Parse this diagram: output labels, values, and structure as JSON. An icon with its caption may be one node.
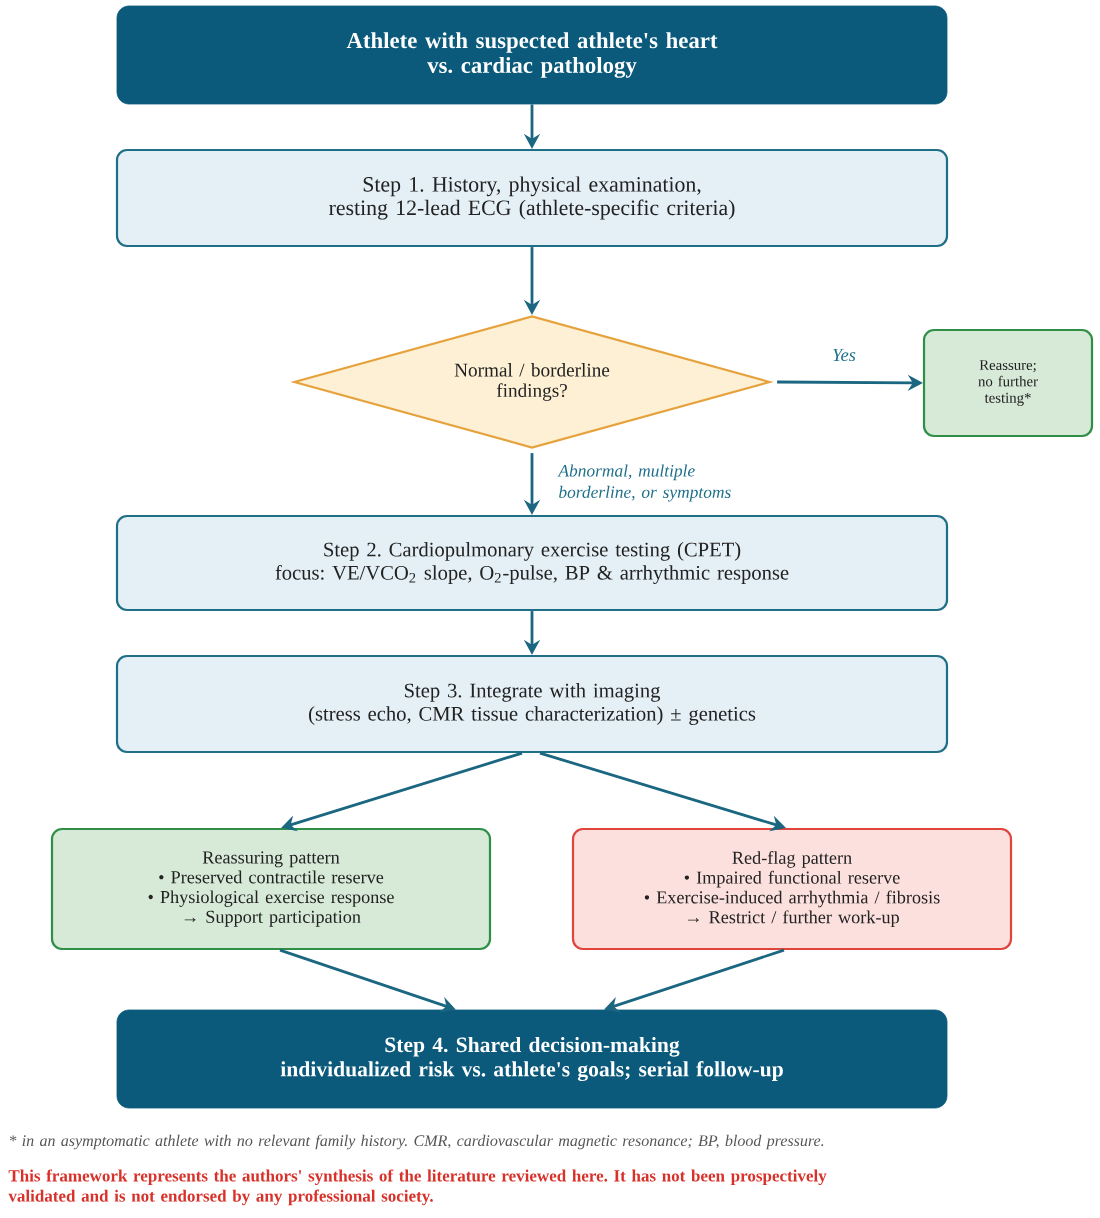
{
  "diagram": {
    "nodes": [
      {
        "text": [
          "Athlete with suspected athlete's heart vs. cardiac pathology"
        ]
      },
      {
        "text": [
          "Step 1. History, physical examination, resting 12-lead ECG (athlete-specific criteria)"
        ]
      },
      {
        "text": [
          "Normal / borderline findings?"
        ]
      },
      {
        "text": [
          "Reassure; no further testing*"
        ]
      },
      {
        "text": [
          "Step 2. Cardiopulmonary exercise testing (CPET) focus: VE/VCO$_{2}$ slope, O$_{2}$-pulse, BP & arrhythmic response"
        ]
      },
      {
        "text": [
          "Step 3. Integrate with imaging (stress echo, CMR tissue characterization) ± genetics"
        ]
      },
      {
        "text": [
          "Reassuring pattern",
          "• Preserved contractile reserve",
          "• Physiological exercise response",
          "→ Support participation"
        ]
      },
      {
        "text": [
          "Red-flag pattern",
          "• Impaired functional reserve",
          "• Exercise-induced arrhythmia / fibrosis",
          "→ Restrict / further work-up"
        ]
      },
      {
        "text": [
          "Step 4. Shared decision-making individualized risk vs. athlete's goals; serial follow-up"
        ]
      }
    ],
    "edges": [
      {
        "from": 0,
        "to": 1,
        "arrow": "to"
      },
      {
        "from": 1,
        "to": 2,
        "arrow": "to"
      },
      {
        "from": 2,
        "to": 3,
        "arrow": "to",
        "label": "Yes"
      },
      {
        "from": 2,
        "to": 4,
        "arrow": "to",
        "label": "Abnormal, multiple borderline, or symptoms"
      },
      {
        "from": 4,
        "to": 5,
        "arrow": "to"
      },
      {
        "from": 5,
        "to": 6,
        "arrow": "to"
      },
      {
        "from": 5,
        "to": 7,
        "arrow": "to"
      },
      {
        "from": 6,
        "to": 8,
        "arrow": "to"
      },
      {
        "from": 7,
        "to": 8,
        "arrow": "to"
      }
    ],
    "labels": [
      "* in an asymptomatic athlete with no relevant family history. CMR, cardiovascular magnetic resonance; BP, blood pressure.",
      "This framework represents the authors' synthesis of the literature reviewed here. It has not been prospectively validated and is not endorsed by any professional society."
    ]
  }
}
